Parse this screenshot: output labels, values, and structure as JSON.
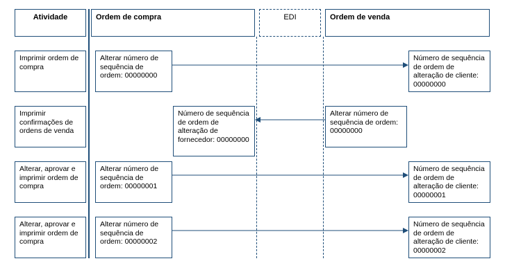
{
  "headers": {
    "activity": "Atividade",
    "purchase_order": "Ordem de compra",
    "edi": "EDI",
    "sales_order": "Ordem de venda"
  },
  "rows": [
    {
      "activity": "Imprimir ordem de compra",
      "po_box": "Alterar número de sequência de ordem: 00000000",
      "so_box": "Número de sequência de ordem de alteração de cliente: 00000000",
      "direction": "to-sales"
    },
    {
      "activity": "Imprimir confirmações de ordens de venda",
      "po_box": "Número de sequência de ordem de alteração de fornecedor: 00000000",
      "so_box": "Alterar número de sequência de ordem: 00000000",
      "direction": "to-purchase"
    },
    {
      "activity": "Alterar, aprovar e imprimir ordem de compra",
      "po_box": "Alterar número de sequência de ordem: 00000001",
      "so_box": "Número de sequência de ordem de alteração de cliente: 00000001",
      "direction": "to-sales"
    },
    {
      "activity": "Alterar, aprovar e imprimir ordem de compra",
      "po_box": "Alterar número de sequência de ordem: 00000002",
      "so_box": "Número de sequência de ordem de alteração de cliente: 00000002",
      "direction": "to-sales"
    }
  ],
  "colors": {
    "border": "#1f4e79",
    "arrow": "#1f4e79",
    "divider": "#1f4e79"
  }
}
